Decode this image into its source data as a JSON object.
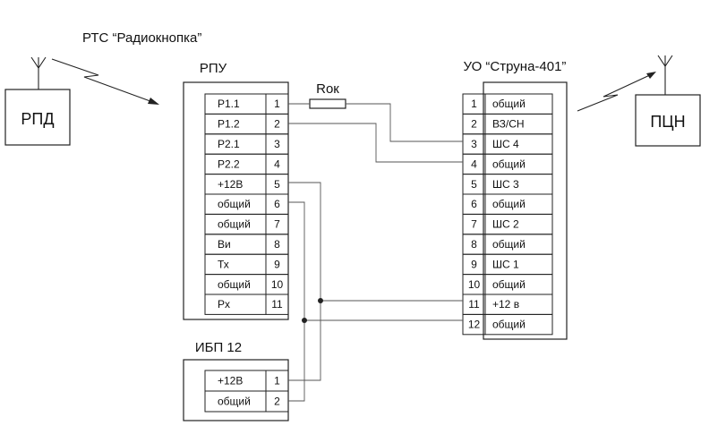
{
  "system_title": "РТС “Радиокнопка”",
  "rpd": {
    "label": "РПД"
  },
  "pcn": {
    "label": "ПЦН"
  },
  "rpu": {
    "title": "РПУ",
    "rows": [
      {
        "name": "P1.1",
        "pin": "1"
      },
      {
        "name": "P1.2",
        "pin": "2"
      },
      {
        "name": "P2.1",
        "pin": "3"
      },
      {
        "name": "P2.2",
        "pin": "4"
      },
      {
        "name": "+12В",
        "pin": "5"
      },
      {
        "name": "общий",
        "pin": "6"
      },
      {
        "name": "общий",
        "pin": "7"
      },
      {
        "name": "Ви",
        "pin": "8"
      },
      {
        "name": "Тх",
        "pin": "9"
      },
      {
        "name": "общий",
        "pin": "10"
      },
      {
        "name": "Рх",
        "pin": "11"
      }
    ]
  },
  "uo": {
    "title": "УО “Струна-401”",
    "rows": [
      {
        "pin": "1",
        "name": "общий"
      },
      {
        "pin": "2",
        "name": "ВЗ/СН"
      },
      {
        "pin": "3",
        "name": "ШС 4"
      },
      {
        "pin": "4",
        "name": "общий"
      },
      {
        "pin": "5",
        "name": "ШС 3"
      },
      {
        "pin": "6",
        "name": "общий"
      },
      {
        "pin": "7",
        "name": "ШС 2"
      },
      {
        "pin": "8",
        "name": "общий"
      },
      {
        "pin": "9",
        "name": "ШС 1"
      },
      {
        "pin": "10",
        "name": "общий"
      },
      {
        "pin": "11",
        "name": "+12 в"
      },
      {
        "pin": "12",
        "name": "общий"
      }
    ]
  },
  "ibp": {
    "title": "ИБП 12",
    "rows": [
      {
        "name": "+12В",
        "pin": "1"
      },
      {
        "name": "общий",
        "pin": "2"
      }
    ]
  },
  "resistor": {
    "label": "Rок"
  }
}
